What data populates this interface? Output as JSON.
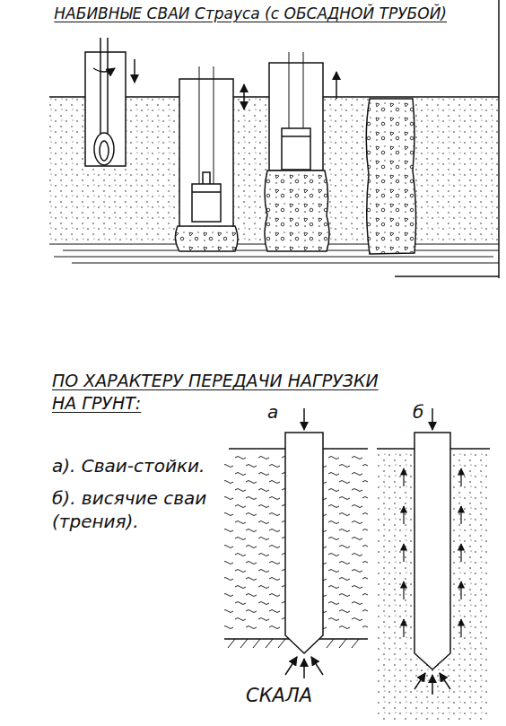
{
  "diagram": {
    "title": "НАБИВНЫЕ СВАИ Страуса (с ОБСАДНОЙ ТРУБОЙ)",
    "labels": [
      "ПО ХАРАКТЕРУ ПЕРЕДАЧИ НАГРУЗКИ НА ГРУНТ:",
      "а). Сваи-стойки.",
      "б). висячие сваи (трения).",
      "а",
      "б",
      "СКАЛА"
    ]
  }
}
